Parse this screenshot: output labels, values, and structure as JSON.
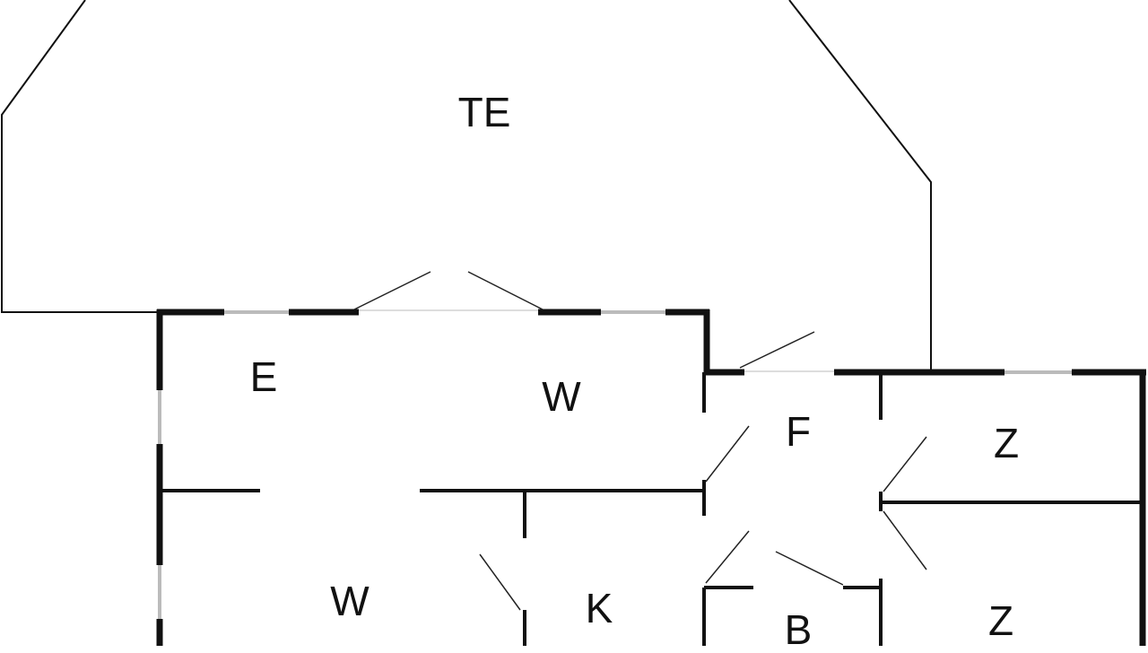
{
  "rooms": [
    {
      "id": "terrace",
      "label": "TE"
    },
    {
      "id": "room-e",
      "label": "E"
    },
    {
      "id": "room-w-upper",
      "label": "W"
    },
    {
      "id": "room-f",
      "label": "F"
    },
    {
      "id": "room-z-upper",
      "label": "Z"
    },
    {
      "id": "room-w-lower",
      "label": "W"
    },
    {
      "id": "room-k",
      "label": "K"
    },
    {
      "id": "room-b",
      "label": "B"
    },
    {
      "id": "room-z-lower",
      "label": "Z"
    }
  ],
  "colors": {
    "wall": "#111111",
    "window": "#cccccc",
    "background": "#ffffff"
  }
}
